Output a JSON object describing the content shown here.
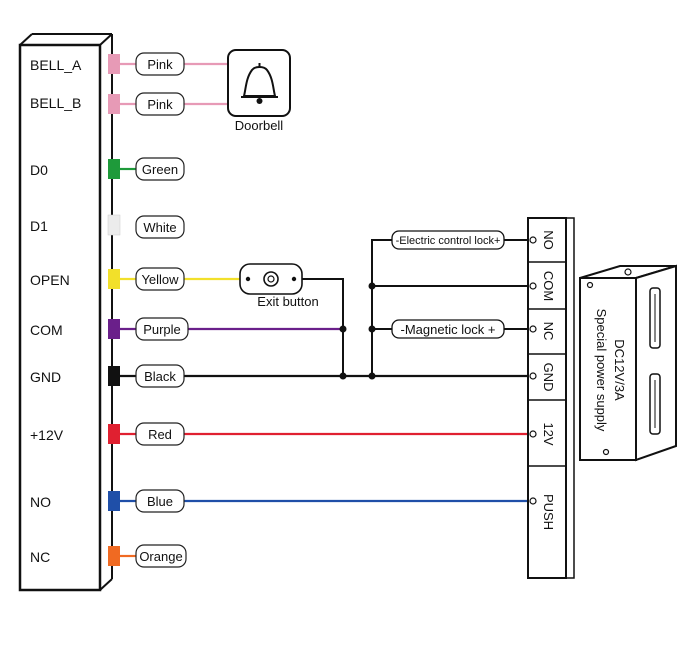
{
  "terminals": [
    {
      "label": "BELL_A",
      "wire": "Pink",
      "color": "#e79ab6"
    },
    {
      "label": "BELL_B",
      "wire": "Pink",
      "color": "#e79ab6"
    },
    {
      "label": "D0",
      "wire": "Green",
      "color": "#1e9a3a"
    },
    {
      "label": "D1",
      "wire": "White",
      "color": "#ececec"
    },
    {
      "label": "OPEN",
      "wire": "Yellow",
      "color": "#f2e02a"
    },
    {
      "label": "COM",
      "wire": "Purple",
      "color": "#6a1f8a"
    },
    {
      "label": "GND",
      "wire": "Black",
      "color": "#111111"
    },
    {
      "label": "+12V",
      "wire": "Red",
      "color": "#e02030"
    },
    {
      "label": "NO",
      "wire": "Blue",
      "color": "#1f4fa8"
    },
    {
      "label": "NC",
      "wire": "Orange",
      "color": "#f06a22"
    }
  ],
  "devices": {
    "doorbell": "Doorbell",
    "exit_button": "Exit button",
    "electric_lock": "Electric control lock+",
    "magnetic_lock": "Magnetic lock +"
  },
  "power_supply": {
    "terminals": [
      "NO",
      "COM",
      "NC",
      "GND",
      "12V",
      "PUSH"
    ],
    "title": "DC12V/3A",
    "subtitle": "Special power supply"
  }
}
